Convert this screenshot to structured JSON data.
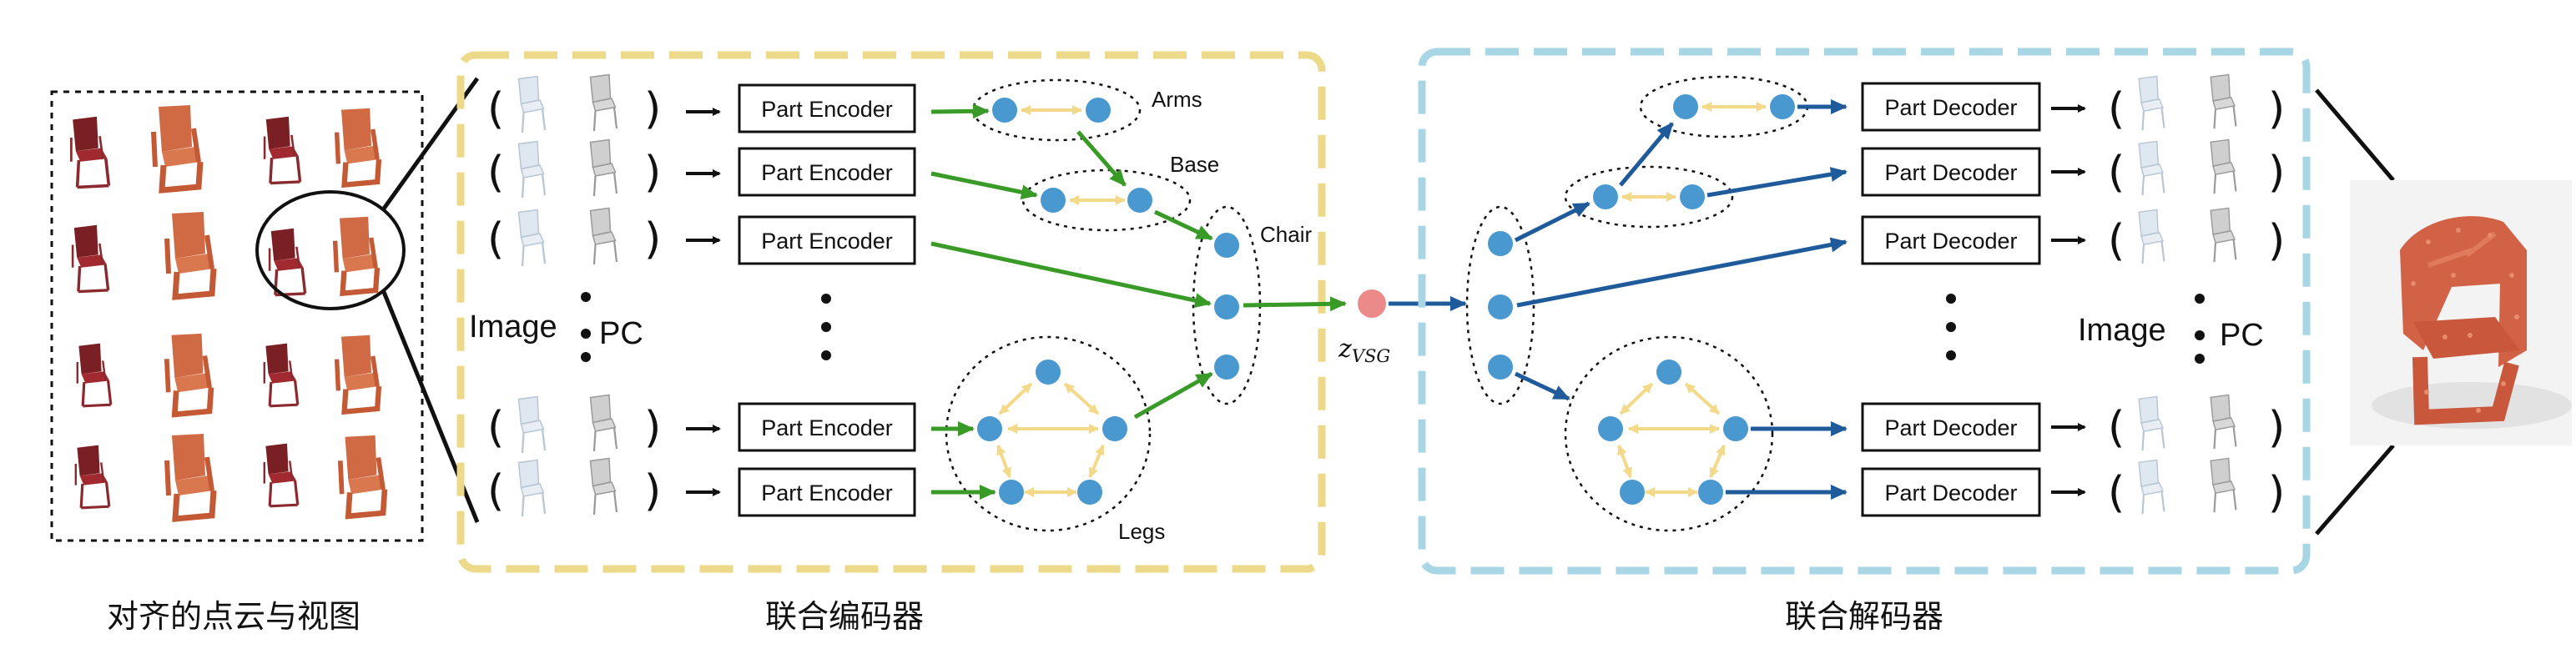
{
  "captions": {
    "left": "对齐的点云与视图",
    "encoder": "联合编码器",
    "decoder": "联合解码器"
  },
  "encoder": {
    "block_label": "Part Encoder",
    "modality_image": "Image",
    "modality_pc": "PC"
  },
  "decoder": {
    "block_label": "Part Decoder",
    "modality_image": "Image",
    "modality_pc": "PC"
  },
  "graph": {
    "arms": "Arms",
    "base": "Base",
    "chair": "Chair",
    "legs": "Legs"
  },
  "latent": {
    "symbol": "z",
    "subscript": "VSG"
  },
  "colors": {
    "encoder_box": "#ecd98a",
    "decoder_box": "#a9d6e5",
    "node": "#4a98d0",
    "latent_node": "#ec8a8a",
    "encoder_arrow": "#3a9a28",
    "decoder_arrow": "#1f5a9a",
    "graph_edge": "#f3d98a",
    "chair_dark": "#7a1f24",
    "chair_orange": "#cf6a45"
  }
}
